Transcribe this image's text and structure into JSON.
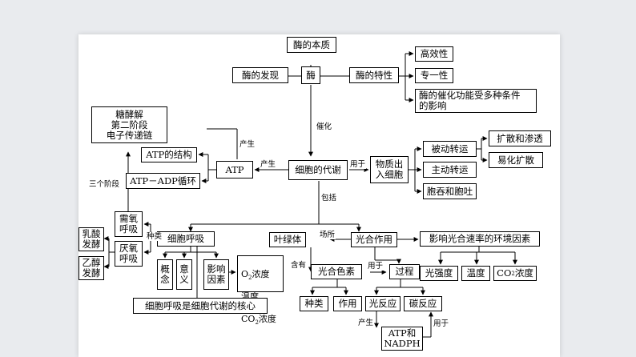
{
  "nodes": {
    "enzyme_essence": "酶的本质",
    "enzyme": "酶",
    "enzyme_discovery": "酶的发现",
    "enzyme_properties": "酶的特性",
    "high_efficiency": "高效性",
    "specificity": "专一性",
    "conditions": "酶的催化功能受多种条件\n的影响",
    "glycolysis": "糖酵解\n第二阶段\n电子传递链",
    "atp_structure": "ATP的结构",
    "atp_adp_cycle": "ATP－ADP循环",
    "atp": "ATP",
    "cell_metabolism": "细胞的代谢",
    "membrane_transport": "物质出\n入细胞",
    "passive_transport": "被动转运",
    "diffusion_osmosis": "扩散和渗透",
    "facilitated_diffusion": "易化扩散",
    "active_transport": "主动转运",
    "endo_exocytosis": "胞吞和胞吐",
    "aerobic": "需氧\n呼吸",
    "anaerobic": "厌氧\n呼吸",
    "lactic_fermentation": "乳酸\n发酵",
    "alcohol_fermentation": "乙醇\n发酵",
    "cell_respiration": "细胞呼吸",
    "concept": "概\n念",
    "significance": "意\n义",
    "influencing_factors": "影响\n因素",
    "factor_o2_prefix": "O",
    "factor_o2_sub": "2",
    "factor_o2_suffix": "浓度",
    "factor_temperature": "温度",
    "factor_co2_prefix": "CO",
    "factor_co2_sub": "2",
    "factor_co2_suffix": "浓度",
    "respiration_core": "细胞呼吸是细胞代谢的核心",
    "chloroplast": "叶绿体",
    "photosynthesis": "光合作用",
    "env_factors": "影响光合速率的环境因素",
    "pigments": "光合色素",
    "process": "过程",
    "light_intensity": "光强度",
    "temperature": "温度",
    "co2_prefix": "CO",
    "co2_sub": "2",
    "co2_suffix": "浓度",
    "types": "种类",
    "function": "作用",
    "light_reaction": "光反应",
    "carbon_reaction": "碳反应",
    "atp_nadph": "ATP和\nNADPH"
  },
  "labels": {
    "catalysis": "催化",
    "produce_top": "产生",
    "produce_mid": "产生",
    "used_for_transport": "用于",
    "three_stages": "三个阶段",
    "include": "包括",
    "kinds": "种类",
    "site": "场所",
    "contains": "含有",
    "used_for_process": "用于",
    "produce_bottom": "产生",
    "used_for_bottom": "用于"
  }
}
